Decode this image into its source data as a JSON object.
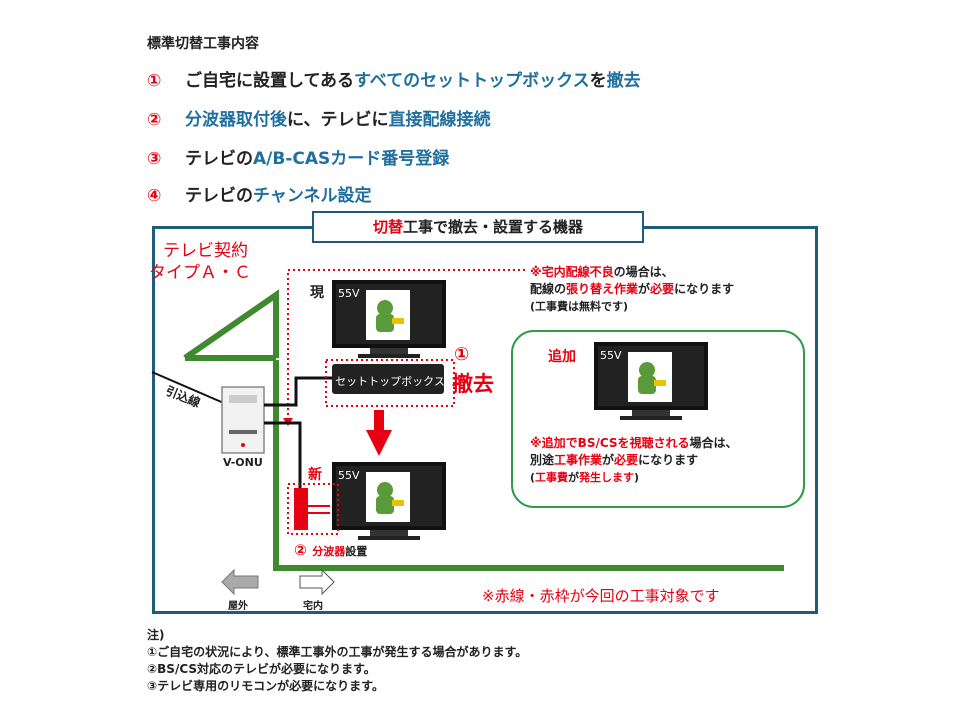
{
  "title": "標準切替工事内容",
  "steps": [
    {
      "num": "①",
      "parts": [
        {
          "t": "ご自宅に設置してある",
          "c": "dark"
        },
        {
          "t": "すべてのセットトップボックス",
          "c": "blue"
        },
        {
          "t": "を",
          "c": "dark"
        },
        {
          "t": "撤去",
          "c": "blue"
        }
      ]
    },
    {
      "num": "②",
      "parts": [
        {
          "t": "分波器取付後",
          "c": "blue"
        },
        {
          "t": "に、テレビに",
          "c": "dark"
        },
        {
          "t": "直接配線接続",
          "c": "blue"
        }
      ]
    },
    {
      "num": "③",
      "parts": [
        {
          "t": "テレビの",
          "c": "dark"
        },
        {
          "t": "A/B-CASカード番号登録",
          "c": "blue"
        }
      ]
    },
    {
      "num": "④",
      "parts": [
        {
          "t": "テレビの",
          "c": "dark"
        },
        {
          "t": "チャンネル設定",
          "c": "blue"
        }
      ]
    }
  ],
  "caption": {
    "a": "切替",
    "b": "工事で撤去・設置する機器"
  },
  "contract": {
    "line1": "テレビ契約",
    "line2": "タイプＡ・Ｃ"
  },
  "labels": {
    "hikikomi": "引込線",
    "onu": "V-ONU",
    "current": "現",
    "new": "新",
    "tv_size": "55V",
    "stb": "セットトップボックス",
    "remove_num": "①",
    "remove": "撤去",
    "splitter_num": "②",
    "splitter_a": "分波器",
    "splitter_b": "設置",
    "outside": "屋外",
    "inside": "宅内",
    "add": "追加"
  },
  "note_wiring": {
    "l1a": "※宅内配線不良",
    "l1b": "の場合は、",
    "l2a": "配線の",
    "l2b": "張り替え作業",
    "l2c": "が",
    "l2d": "必要",
    "l2e": "になります",
    "l3": "(工事費は無料です)"
  },
  "note_add": {
    "l1a": "※追加でBS/CSを視聴される",
    "l1b": "場合は、",
    "l2a": "別途",
    "l2b": "工事作業",
    "l2c": "が",
    "l2d": "必要",
    "l2e": "になります",
    "l3a": "(",
    "l3b": "工事費",
    "l3c": "が",
    "l3d": "発生します",
    "l3e": ")"
  },
  "target_note": "※赤線・赤枠が今回の工事対象です",
  "notes": {
    "head": "注)",
    "items": [
      "①ご自宅の状況により、標準工事外の工事が発生する場合があります。",
      "②BS/CS対応のテレビが必要になります。",
      "③テレビ専用のリモコンが必要になります。"
    ]
  },
  "colors": {
    "frame": "#1f5c7a",
    "green": "#2e7d32",
    "red": "#e60012",
    "blue": "#1f6f9f"
  }
}
